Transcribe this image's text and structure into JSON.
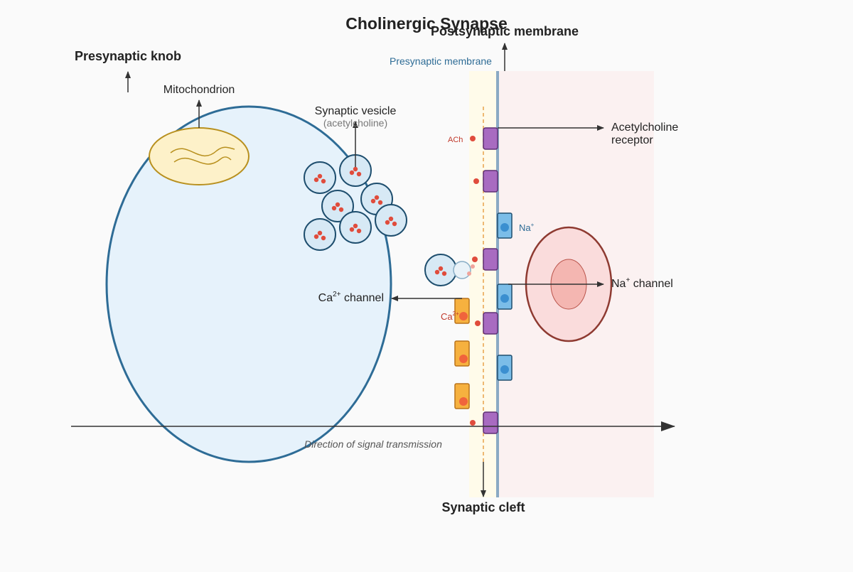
{
  "title": "Cholinergic Synapse",
  "labels": {
    "postsynaptic_membrane": "Postsynaptic membrane",
    "presynaptic_knob": "Presynaptic knob",
    "presynaptic_membrane": "Presynaptic membrane",
    "mitochondrion": "Mitochondrion",
    "synaptic_vesicle": "Synaptic vesicle",
    "synaptic_vesicle_sub": "(acetylcholine)",
    "ach": "ACh",
    "acetylcholine_receptor_line1": "Acetylcholine",
    "acetylcholine_receptor_line2": "receptor",
    "na_small_base": "Na",
    "na_small_sup": "+",
    "na_channel_base": "Na",
    "na_channel_sup": "+",
    "na_channel_rest": " channel",
    "ca_channel_base": "Ca",
    "ca_channel_sup": "2+",
    "ca_channel_rest": " channel",
    "ca_small_base": "Ca",
    "ca_small_sup": "2+",
    "direction": "Direction of signal transmission",
    "synaptic_cleft": "Synaptic cleft"
  },
  "colors": {
    "knob_fill": "#e6f2fb",
    "knob_stroke": "#2e6c96",
    "mito_fill": "#fdf1c9",
    "mito_stroke": "#b8901e",
    "vesicle_fill": "#d7e9f5",
    "vesicle_stroke": "#1e4e6e",
    "ach_dot": "#e04c3c",
    "receptor_fill": "#a86bc1",
    "receptor_stroke": "#5e2f74",
    "na_channel_fill": "#7bbde8",
    "na_channel_stroke": "#1e4e6e",
    "ca_channel_fill": "#f6b13f",
    "ca_channel_stroke": "#b9731a",
    "post_cell_fill": "#fadcdc",
    "post_cell_stroke": "#8e3a31",
    "cleft_fill": "#fffbea",
    "postsyn_region_fill": "#fbf1f1"
  }
}
